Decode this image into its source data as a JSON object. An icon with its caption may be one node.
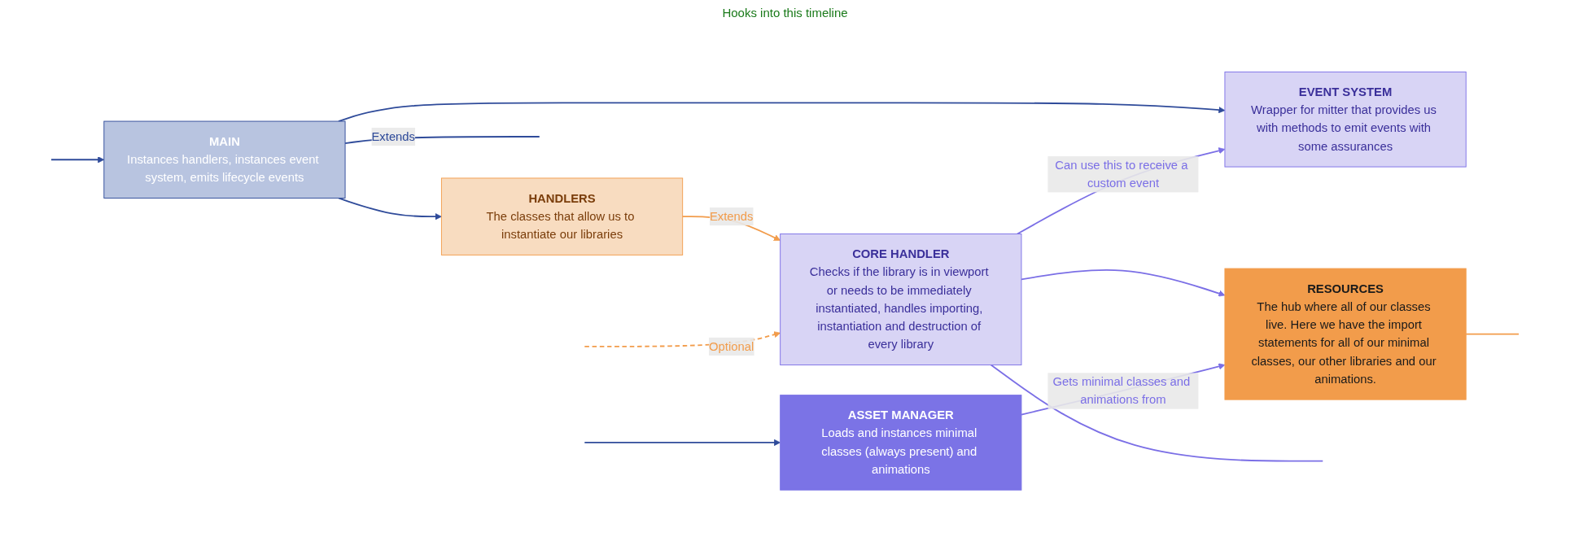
{
  "diagram": {
    "nodes": [
      {
        "text": [
          "MAIN",
          "Instances handlers, instances event system, emits lifecycle events"
        ]
      },
      {
        "text": [
          "HANDLERS",
          "The classes that allow us to instantiate our libraries"
        ]
      },
      {
        "text": [
          "EVENT SYSTEM",
          "Wrapper for mitter that provides us with methods to emit events with some assurances"
        ]
      },
      {
        "text": [
          "CORE HANDLER",
          "Checks if the library is in viewport or needs to be immediately instantiated, handles importing, instantiation and destruction of every library"
        ]
      },
      {
        "text": [
          "RESOURCES",
          "The hub where all of our classes live. Here we have the import statements for all of our minimal classes, our other libraries and our animations."
        ]
      },
      {
        "text": [
          "ASSET MANAGER",
          "Loads and instances minimal classes (always present) and animations"
        ]
      }
    ],
    "edges": [
      {
        "from": 0,
        "to": null,
        "arrow": "none",
        "label": "Extends"
      },
      {
        "from": null,
        "to": 0,
        "arrow": "to"
      },
      {
        "from": null,
        "to": 5,
        "arrow": "to"
      },
      {
        "from": 0,
        "to": 1,
        "arrow": "to"
      },
      {
        "from": 0,
        "to": 2,
        "arrow": "to"
      },
      {
        "from": 1,
        "to": 3,
        "arrow": "to",
        "label": "Extends",
        "color": "#f29c4b"
      },
      {
        "from": null,
        "to": 3,
        "arrow": "to",
        "label": "Optional",
        "style": "dashed",
        "color": "#f29c4b"
      },
      {
        "from": 3,
        "to": 4,
        "arrow": "to",
        "color": "#7b6fe6"
      },
      {
        "from": 4,
        "to": null,
        "arrow": "none",
        "color": "#f29c4b"
      },
      {
        "from": 3,
        "to": 2,
        "arrow": "to",
        "label": "Can use this to receive a custom event",
        "color": "#7b6fe6"
      },
      {
        "from": 3,
        "to": null,
        "arrow": "none",
        "color": "#7b6fe6"
      },
      {
        "from": 5,
        "to": 4,
        "arrow": "to",
        "label": "Gets minimal classes and animations from",
        "color": "#7b6fe6"
      }
    ],
    "labels": [
      "Hooks into this timeline"
    ]
  }
}
